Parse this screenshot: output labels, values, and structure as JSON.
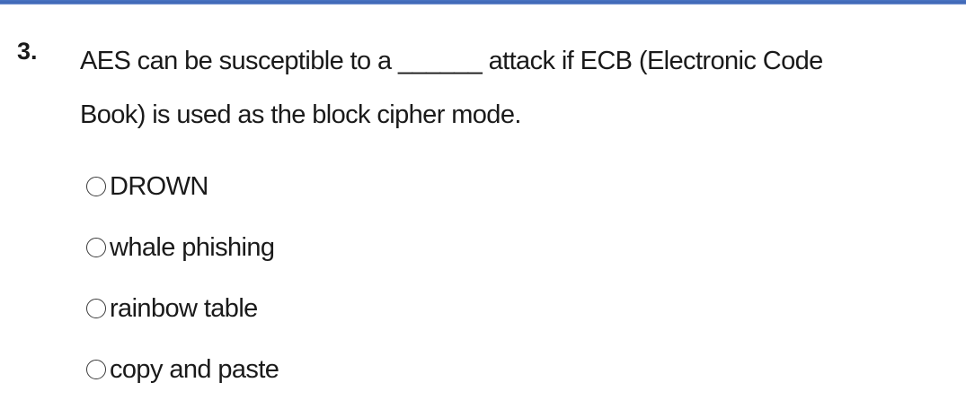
{
  "question": {
    "number": "3.",
    "line1": "AES can be susceptible to a ______ attack if ECB (Electronic Code",
    "line2": "Book) is used as the block cipher mode."
  },
  "options": [
    {
      "label": "DROWN",
      "selected": false
    },
    {
      "label": "whale phishing",
      "selected": false
    },
    {
      "label": "rainbow table",
      "selected": false
    },
    {
      "label": "copy and paste",
      "selected": false
    }
  ],
  "colors": {
    "header_rule": "#3d66b5",
    "text": "#1a1a1a"
  }
}
